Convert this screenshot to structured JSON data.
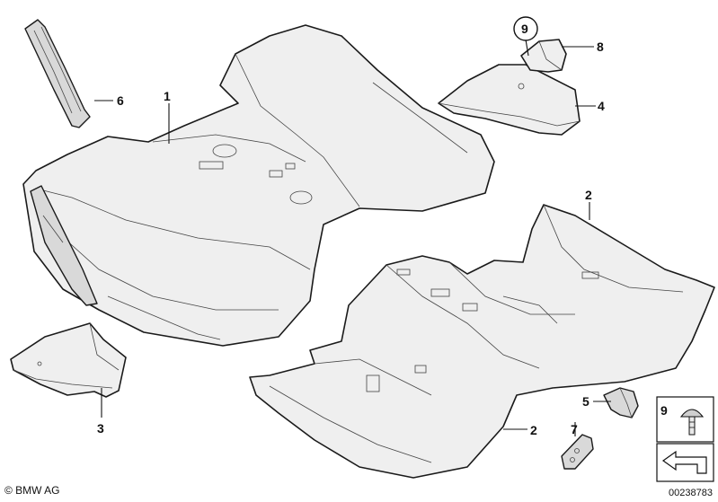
{
  "callouts": {
    "c1": "1",
    "c2a": "2",
    "c2b": "2",
    "c3": "3",
    "c4": "4",
    "c5": "5",
    "c6": "6",
    "c7": "7",
    "c8": "8",
    "c9": "9",
    "c9legend": "9"
  },
  "footer": {
    "copyright": "© BMW AG",
    "diagram_id": "00238783"
  }
}
